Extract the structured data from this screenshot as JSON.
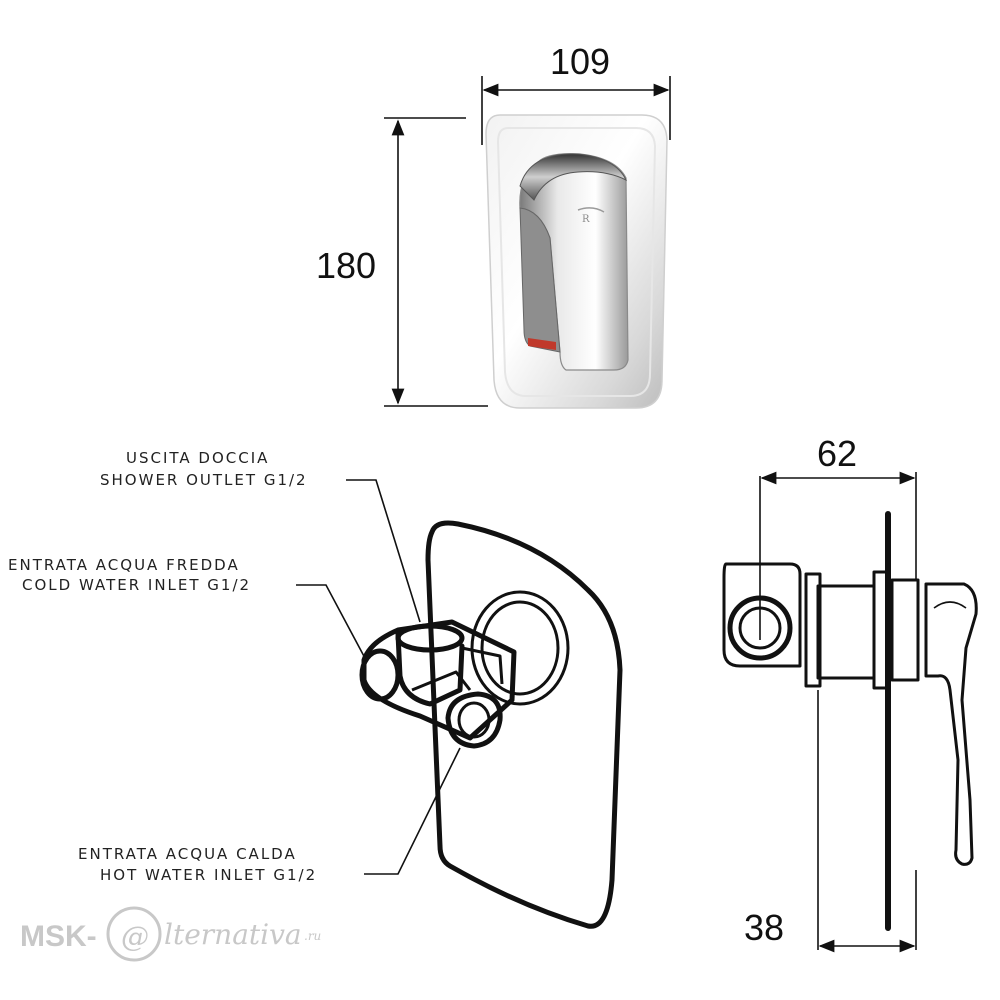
{
  "dimensions": {
    "width_top": "109",
    "height_left": "180",
    "depth_total": "62",
    "depth_base": "38"
  },
  "labels": {
    "shower_outlet_it": "USCITA DOCCIA",
    "shower_outlet_en": "SHOWER OUTLET G1/2",
    "cold_inlet_it": "ENTRATA ACQUA FREDDA",
    "cold_inlet_en": "COLD WATER INLET G1/2",
    "hot_inlet_it": "ENTRATA ACQUA CALDA",
    "hot_inlet_en": "HOT WATER INLET G1/2"
  },
  "watermark": {
    "prefix": "MSK-",
    "at": "@",
    "suffix": "lternativa",
    "tld": ".ru"
  }
}
